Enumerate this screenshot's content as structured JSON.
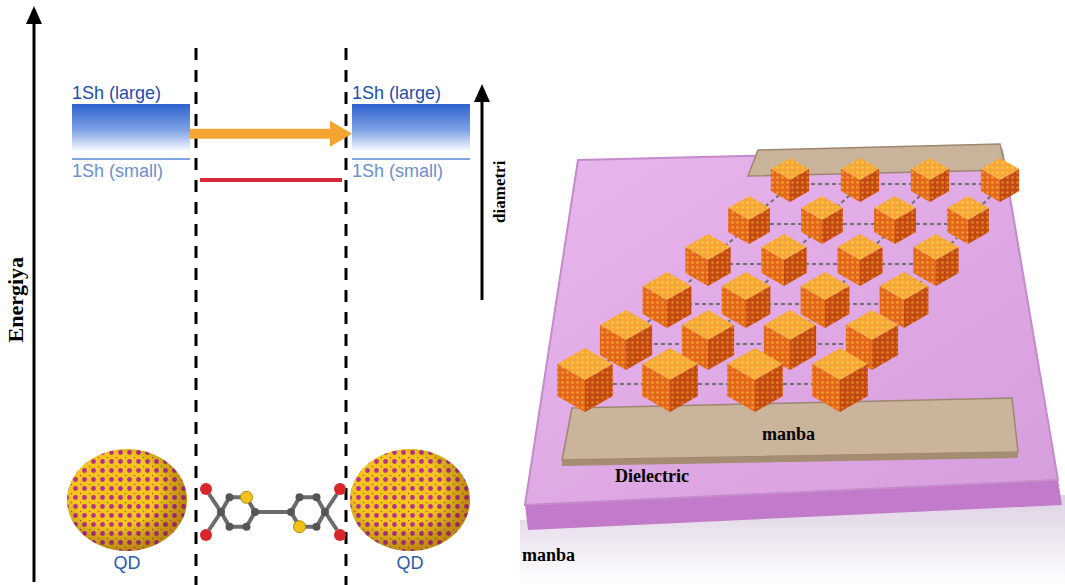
{
  "diagram": {
    "nodes": [
      {
        "text": [
          "1Sh (large)",
          "1Sh (small)"
        ]
      },
      {
        "text": [
          "1Sh (large)",
          "1Sh (small)"
        ]
      },
      {
        "text": [
          "QD"
        ]
      },
      {
        "text": [
          "QD"
        ]
      }
    ],
    "edges": [
      {
        "from": 0,
        "to": 1,
        "arrow": "to"
      }
    ],
    "labels": [
      "Energiya",
      "diametri",
      "manba",
      "Dielectric",
      "manba"
    ]
  }
}
